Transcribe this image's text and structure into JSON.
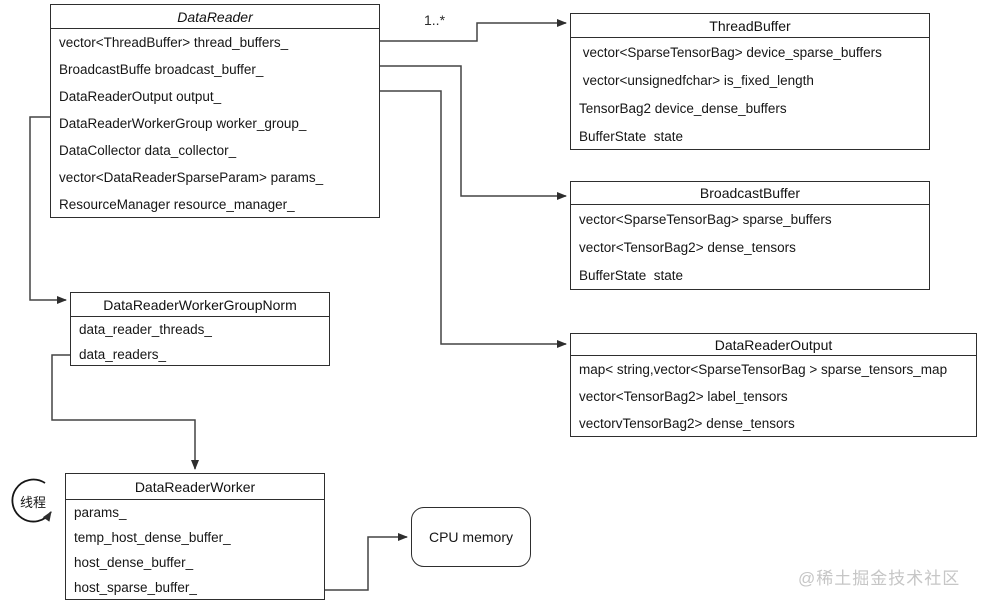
{
  "labels": {
    "multiplicity": "1..*",
    "thread_loop": "线程",
    "cpu_memory": "CPU memory",
    "watermark": "@稀土掘金技术社区"
  },
  "classes": {
    "data_reader": {
      "title": "DataReader",
      "attrs": [
        "vector<ThreadBuffer> thread_buffers_",
        "BroadcastBuffe broadcast_buffer_",
        "DataReaderOutput output_",
        "DataReaderWorkerGroup worker_group_",
        "DataCollector data_collector_",
        "vector<DataReaderSparseParam> params_",
        "ResourceManager resource_manager_"
      ]
    },
    "thread_buffer": {
      "title": "ThreadBuffer",
      "attrs": [
        " vector<SparseTensorBag> device_sparse_buffers",
        " vector<unsignedfchar> is_fixed_length",
        "TensorBag2 device_dense_buffers",
        "BufferState  state"
      ]
    },
    "broadcast_buffer": {
      "title": "BroadcastBuffer",
      "attrs": [
        "vector<SparseTensorBag> sparse_buffers",
        "vector<TensorBag2> dense_tensors",
        "BufferState  state"
      ]
    },
    "data_reader_output": {
      "title": "DataReaderOutput",
      "attrs": [
        "map< string,vector<SparseTensorBag > sparse_tensors_map",
        "vector<TensorBag2> label_tensors",
        "vectorvTensorBag2> dense_tensors"
      ]
    },
    "worker_group_norm": {
      "title": "DataReaderWorkerGroupNorm",
      "attrs": [
        "data_reader_threads_",
        "data_readers_"
      ]
    },
    "data_reader_worker": {
      "title": "DataReaderWorker",
      "attrs": [
        "params_",
        "temp_host_dense_buffer_",
        "host_dense_buffer_",
        "host_sparse_buffer_"
      ]
    }
  }
}
